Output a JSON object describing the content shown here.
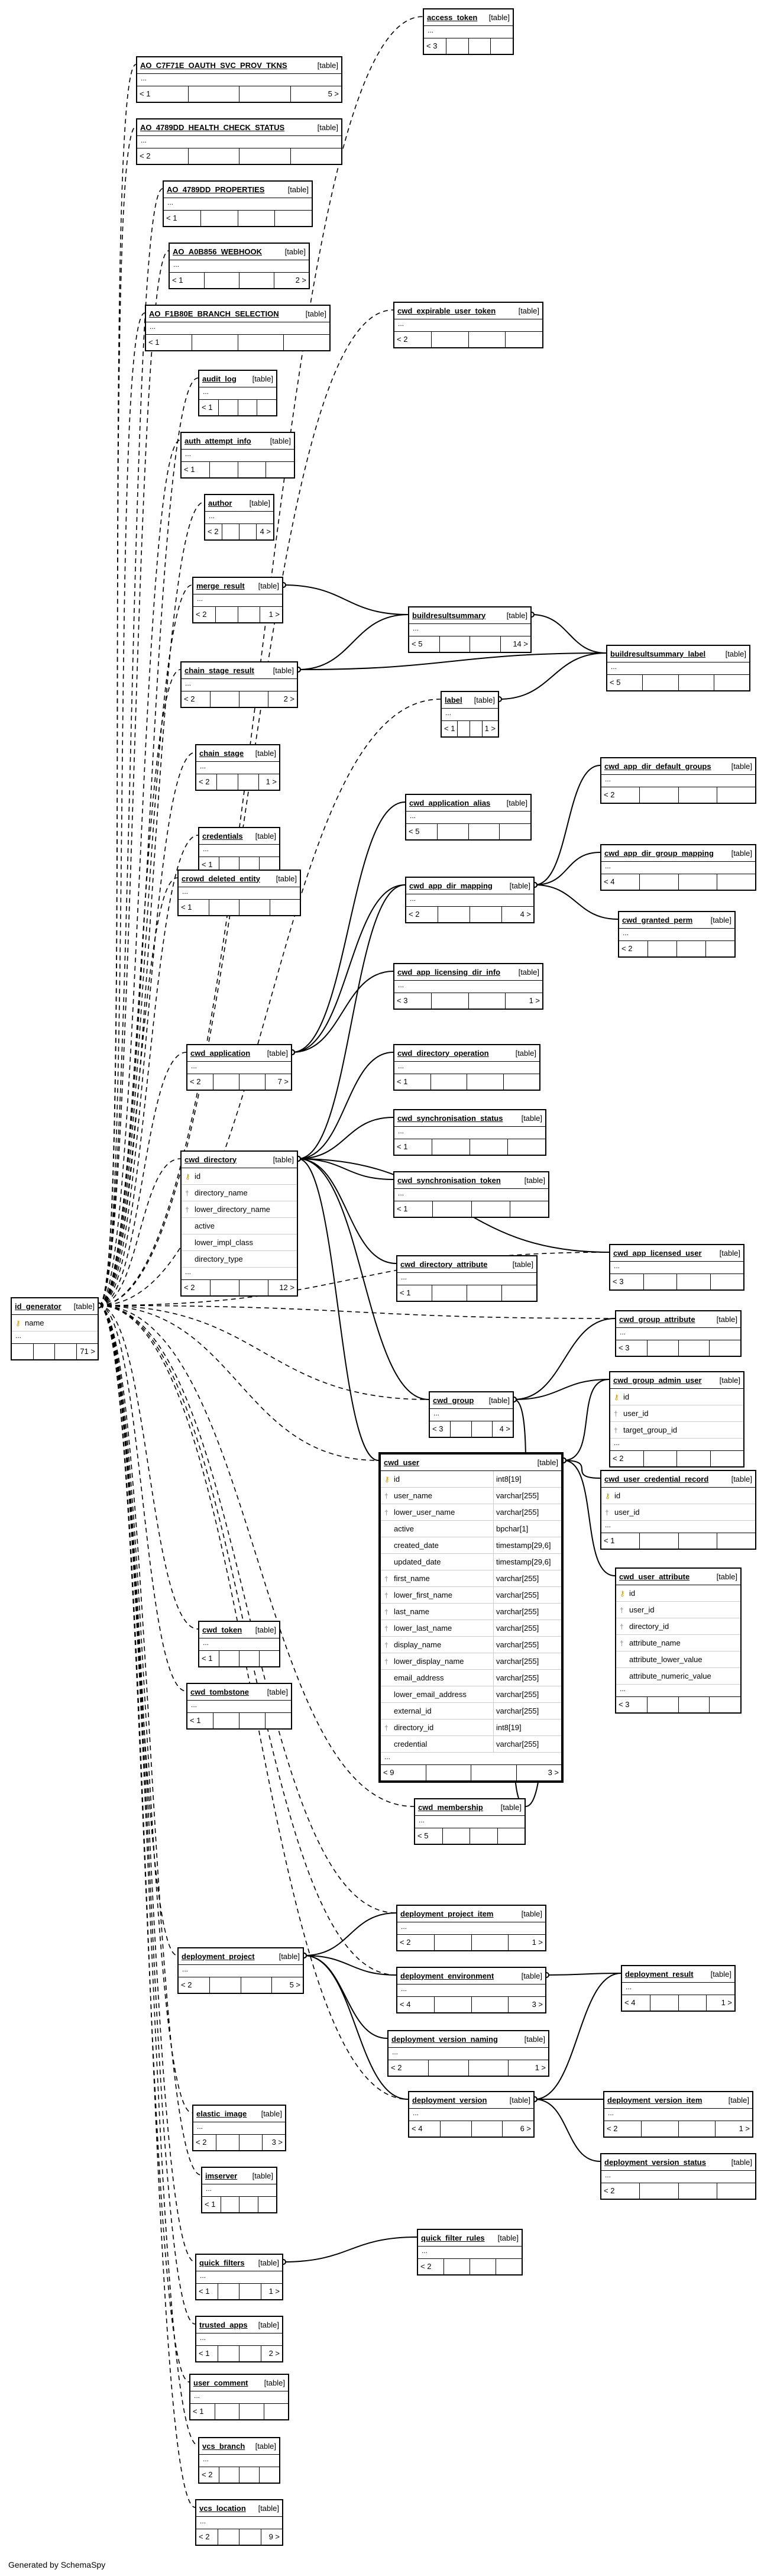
{
  "tables": [
    {
      "id": "access_token",
      "name": "access_token",
      "type": "[table]",
      "cols": [],
      "in": "< 3",
      "out": ""
    },
    {
      "id": "ao_c7f",
      "name": "AO_C7F71E_OAUTH_SVC_PROV_TKNS",
      "type": "[table]",
      "cols": [],
      "in": "< 1",
      "out": "5 >"
    },
    {
      "id": "ao_478_hc",
      "name": "AO_4789DD_HEALTH_CHECK_STATUS",
      "type": "[table]",
      "cols": [],
      "in": "< 2",
      "out": ""
    },
    {
      "id": "ao_478_prop",
      "name": "AO_4789DD_PROPERTIES",
      "type": "[table]",
      "cols": [],
      "in": "< 1",
      "out": ""
    },
    {
      "id": "ao_a0b",
      "name": "AO_A0B856_WEBHOOK",
      "type": "[table]",
      "cols": [],
      "in": "< 1",
      "out": "2 >"
    },
    {
      "id": "ao_f1b",
      "name": "AO_F1B80E_BRANCH_SELECTION",
      "type": "[table]",
      "cols": [],
      "in": "< 1",
      "out": ""
    },
    {
      "id": "cwd_exp",
      "name": "cwd_expirable_user_token",
      "type": "[table]",
      "cols": [],
      "in": "< 2",
      "out": ""
    },
    {
      "id": "audit_log",
      "name": "audit_log",
      "type": "[table]",
      "cols": [],
      "in": "< 1",
      "out": ""
    },
    {
      "id": "auth_attempt",
      "name": "auth_attempt_info",
      "type": "[table]",
      "cols": [],
      "in": "< 1",
      "out": ""
    },
    {
      "id": "author",
      "name": "author",
      "type": "[table]",
      "cols": [],
      "in": "< 2",
      "out": "4 >"
    },
    {
      "id": "merge_result",
      "name": "merge_result",
      "type": "[table]",
      "cols": [],
      "in": "< 2",
      "out": "1 >"
    },
    {
      "id": "buildresultsummary",
      "name": "buildresultsummary",
      "type": "[table]",
      "cols": [],
      "in": "< 5",
      "out": "14 >"
    },
    {
      "id": "brs_label",
      "name": "buildresultsummary_label",
      "type": "[table]",
      "cols": [],
      "in": "< 5",
      "out": ""
    },
    {
      "id": "chain_stage_result",
      "name": "chain_stage_result",
      "type": "[table]",
      "cols": [],
      "in": "< 2",
      "out": "2 >"
    },
    {
      "id": "label",
      "name": "label",
      "type": "[table]",
      "cols": [],
      "in": "< 1",
      "out": "1 >"
    },
    {
      "id": "chain_stage",
      "name": "chain_stage",
      "type": "[table]",
      "cols": [],
      "in": "< 2",
      "out": "1 >"
    },
    {
      "id": "cwd_app_dir_def_groups",
      "name": "cwd_app_dir_default_groups",
      "type": "[table]",
      "cols": [],
      "in": "< 2",
      "out": ""
    },
    {
      "id": "credentials",
      "name": "credentials",
      "type": "[table]",
      "cols": [],
      "in": "< 1",
      "out": ""
    },
    {
      "id": "cwd_app_alias",
      "name": "cwd_application_alias",
      "type": "[table]",
      "cols": [],
      "in": "< 5",
      "out": ""
    },
    {
      "id": "cwd_app_dir_group_mapping",
      "name": "cwd_app_dir_group_mapping",
      "type": "[table]",
      "cols": [],
      "in": "< 4",
      "out": ""
    },
    {
      "id": "crowd_deleted",
      "name": "crowd_deleted_entity",
      "type": "[table]",
      "cols": [],
      "in": "< 1",
      "out": ""
    },
    {
      "id": "cwd_app_dir_mapping",
      "name": "cwd_app_dir_mapping",
      "type": "[table]",
      "cols": [],
      "in": "< 2",
      "out": "4 >"
    },
    {
      "id": "cwd_granted_perm",
      "name": "cwd_granted_perm",
      "type": "[table]",
      "cols": [],
      "in": "< 2",
      "out": ""
    },
    {
      "id": "cwd_app_lic_dir",
      "name": "cwd_app_licensing_dir_info",
      "type": "[table]",
      "cols": [],
      "in": "< 3",
      "out": "1 >"
    },
    {
      "id": "cwd_application",
      "name": "cwd_application",
      "type": "[table]",
      "cols": [],
      "in": "< 2",
      "out": "7 >"
    },
    {
      "id": "cwd_dir_op",
      "name": "cwd_directory_operation",
      "type": "[table]",
      "cols": [],
      "in": "< 1",
      "out": ""
    },
    {
      "id": "cwd_sync_status",
      "name": "cwd_synchronisation_status",
      "type": "[table]",
      "cols": [],
      "in": "< 1",
      "out": ""
    },
    {
      "id": "cwd_directory",
      "name": "cwd_directory",
      "type": "[table]",
      "cols": [
        {
          "key": "pk",
          "name": "id",
          "t": ""
        },
        {
          "key": "fk",
          "name": "directory_name",
          "t": ""
        },
        {
          "key": "fk",
          "name": "lower_directory_name",
          "t": ""
        },
        {
          "key": "",
          "name": "active",
          "t": ""
        },
        {
          "key": "",
          "name": "lower_impl_class",
          "t": ""
        },
        {
          "key": "",
          "name": "directory_type",
          "t": ""
        }
      ],
      "in": "< 2",
      "out": "12 >",
      "ellipsis": true
    },
    {
      "id": "cwd_sync_token",
      "name": "cwd_synchronisation_token",
      "type": "[table]",
      "cols": [],
      "in": "< 1",
      "out": ""
    },
    {
      "id": "cwd_dir_attr",
      "name": "cwd_directory_attribute",
      "type": "[table]",
      "cols": [],
      "in": "< 1",
      "out": ""
    },
    {
      "id": "cwd_app_lic_user",
      "name": "cwd_app_licensed_user",
      "type": "[table]",
      "cols": [],
      "in": "< 3",
      "out": ""
    },
    {
      "id": "id_generator",
      "name": "id_generator",
      "type": "[table]",
      "cols": [
        {
          "key": "pk",
          "name": "name",
          "t": ""
        }
      ],
      "in": "",
      "out": "71 >",
      "ellipsis": true
    },
    {
      "id": "cwd_group_attr",
      "name": "cwd_group_attribute",
      "type": "[table]",
      "cols": [],
      "in": "< 3",
      "out": ""
    },
    {
      "id": "cwd_group_admin_user",
      "name": "cwd_group_admin_user",
      "type": "[table]",
      "cols": [
        {
          "key": "pk",
          "name": "id",
          "t": ""
        },
        {
          "key": "fk",
          "name": "user_id",
          "t": ""
        },
        {
          "key": "fk",
          "name": "target_group_id",
          "t": ""
        }
      ],
      "in": "< 2",
      "out": "",
      "ellipsis": true
    },
    {
      "id": "cwd_group",
      "name": "cwd_group",
      "type": "[table]",
      "cols": [],
      "in": "< 3",
      "out": "4 >"
    },
    {
      "id": "cwd_user_cred",
      "name": "cwd_user_credential_record",
      "type": "[table]",
      "cols": [
        {
          "key": "pk",
          "name": "id",
          "t": ""
        },
        {
          "key": "fk",
          "name": "user_id",
          "t": ""
        }
      ],
      "in": "< 1",
      "out": "",
      "ellipsis": true
    },
    {
      "id": "cwd_user",
      "name": "cwd_user",
      "type": "[table]",
      "focus": true,
      "cols": [
        {
          "key": "pk",
          "name": "id",
          "t": "int8[19]"
        },
        {
          "key": "fk",
          "name": "user_name",
          "t": "varchar[255]"
        },
        {
          "key": "fk",
          "name": "lower_user_name",
          "t": "varchar[255]"
        },
        {
          "key": "",
          "name": "active",
          "t": "bpchar[1]"
        },
        {
          "key": "",
          "name": "created_date",
          "t": "timestamp[29,6]"
        },
        {
          "key": "",
          "name": "updated_date",
          "t": "timestamp[29,6]"
        },
        {
          "key": "fk",
          "name": "first_name",
          "t": "varchar[255]"
        },
        {
          "key": "fk",
          "name": "lower_first_name",
          "t": "varchar[255]"
        },
        {
          "key": "fk",
          "name": "last_name",
          "t": "varchar[255]"
        },
        {
          "key": "fk",
          "name": "lower_last_name",
          "t": "varchar[255]"
        },
        {
          "key": "fk",
          "name": "display_name",
          "t": "varchar[255]"
        },
        {
          "key": "fk",
          "name": "lower_display_name",
          "t": "varchar[255]"
        },
        {
          "key": "",
          "name": "email_address",
          "t": "varchar[255]"
        },
        {
          "key": "",
          "name": "lower_email_address",
          "t": "varchar[255]"
        },
        {
          "key": "",
          "name": "external_id",
          "t": "varchar[255]"
        },
        {
          "key": "fk",
          "name": "directory_id",
          "t": "int8[19]"
        },
        {
          "key": "",
          "name": "credential",
          "t": "varchar[255]"
        }
      ],
      "in": "< 9",
      "out": "3 >"
    },
    {
      "id": "cwd_user_attr",
      "name": "cwd_user_attribute",
      "type": "[table]",
      "cols": [
        {
          "key": "pk",
          "name": "id",
          "t": ""
        },
        {
          "key": "fk",
          "name": "user_id",
          "t": ""
        },
        {
          "key": "fk",
          "name": "directory_id",
          "t": ""
        },
        {
          "key": "fk",
          "name": "attribute_name",
          "t": ""
        },
        {
          "key": "",
          "name": "attribute_lower_value",
          "t": ""
        },
        {
          "key": "",
          "name": "attribute_numeric_value",
          "t": ""
        }
      ],
      "in": "< 3",
      "out": "",
      "ellipsis": true
    },
    {
      "id": "cwd_token",
      "name": "cwd_token",
      "type": "[table]",
      "cols": [],
      "in": "< 1",
      "out": ""
    },
    {
      "id": "cwd_tombstone",
      "name": "cwd_tombstone",
      "type": "[table]",
      "cols": [],
      "in": "< 1",
      "out": ""
    },
    {
      "id": "cwd_membership",
      "name": "cwd_membership",
      "type": "[table]",
      "cols": [],
      "in": "< 5",
      "out": ""
    },
    {
      "id": "deploy_proj_item",
      "name": "deployment_project_item",
      "type": "[table]",
      "cols": [],
      "in": "< 2",
      "out": "1 >"
    },
    {
      "id": "deploy_project",
      "name": "deployment_project",
      "type": "[table]",
      "cols": [],
      "in": "< 2",
      "out": "5 >"
    },
    {
      "id": "deploy_env",
      "name": "deployment_environment",
      "type": "[table]",
      "cols": [],
      "in": "< 4",
      "out": "3 >"
    },
    {
      "id": "deploy_result",
      "name": "deployment_result",
      "type": "[table]",
      "cols": [],
      "in": "< 4",
      "out": "1 >"
    },
    {
      "id": "deploy_ver_naming",
      "name": "deployment_version_naming",
      "type": "[table]",
      "cols": [],
      "in": "< 2",
      "out": "1 >"
    },
    {
      "id": "deploy_version",
      "name": "deployment_version",
      "type": "[table]",
      "cols": [],
      "in": "< 4",
      "out": "6 >"
    },
    {
      "id": "deploy_ver_item",
      "name": "deployment_version_item",
      "type": "[table]",
      "cols": [],
      "in": "< 2",
      "out": "1 >"
    },
    {
      "id": "elastic_image",
      "name": "elastic_image",
      "type": "[table]",
      "cols": [],
      "in": "< 2",
      "out": "3 >"
    },
    {
      "id": "deploy_ver_status",
      "name": "deployment_version_status",
      "type": "[table]",
      "cols": [],
      "in": "< 2",
      "out": ""
    },
    {
      "id": "imserver",
      "name": "imserver",
      "type": "[table]",
      "cols": [],
      "in": "< 1",
      "out": ""
    },
    {
      "id": "quick_filter_rules",
      "name": "quick_filter_rules",
      "type": "[table]",
      "cols": [],
      "in": "< 2",
      "out": ""
    },
    {
      "id": "quick_filters",
      "name": "quick_filters",
      "type": "[table]",
      "cols": [],
      "in": "< 1",
      "out": "1 >"
    },
    {
      "id": "trusted_apps",
      "name": "trusted_apps",
      "type": "[table]",
      "cols": [],
      "in": "< 1",
      "out": "2 >"
    },
    {
      "id": "user_comment",
      "name": "user_comment",
      "type": "[table]",
      "cols": [],
      "in": "< 1",
      "out": ""
    },
    {
      "id": "vcs_branch",
      "name": "vcs_branch",
      "type": "[table]",
      "cols": [],
      "in": "< 2",
      "out": ""
    },
    {
      "id": "vcs_location",
      "name": "vcs_location",
      "type": "[table]",
      "cols": [],
      "in": "< 2",
      "out": "9 >"
    }
  ],
  "footer": "Generated by SchemaSpy"
}
